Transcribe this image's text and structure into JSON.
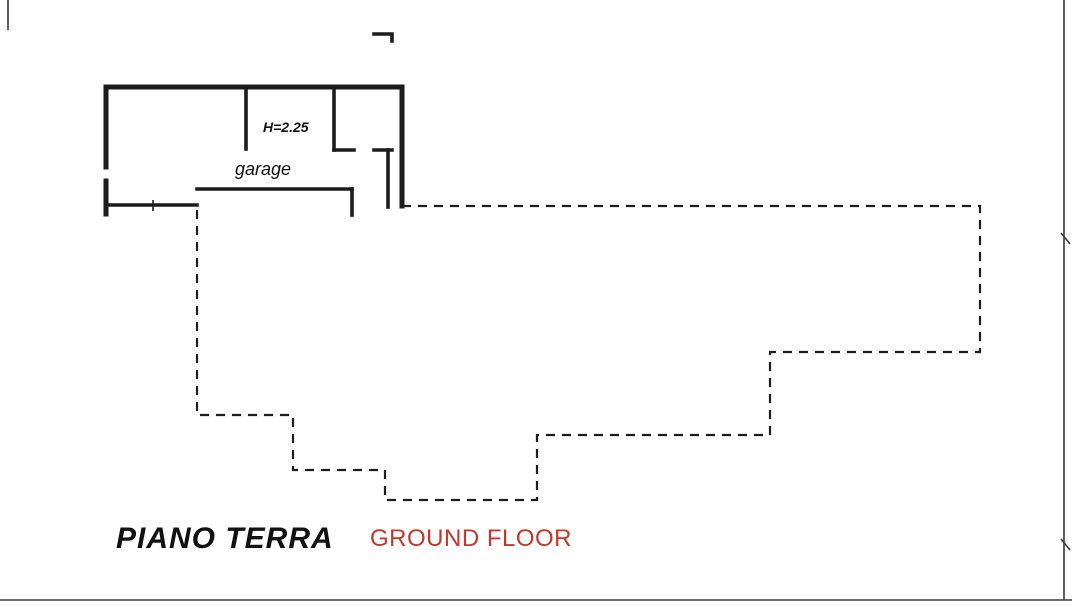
{
  "page": {
    "background": "#ffffff"
  },
  "plan": {
    "colors": {
      "line": "#1c1c1c",
      "frame": "#3a3a3a",
      "text": "#111111",
      "annotation_red": "#c0392b"
    },
    "labels": {
      "room_height": "H=2.25",
      "room_name": "garage",
      "floor_title_it": "PIANO TERRA",
      "floor_title_en": "GROUND FLOOR"
    }
  }
}
